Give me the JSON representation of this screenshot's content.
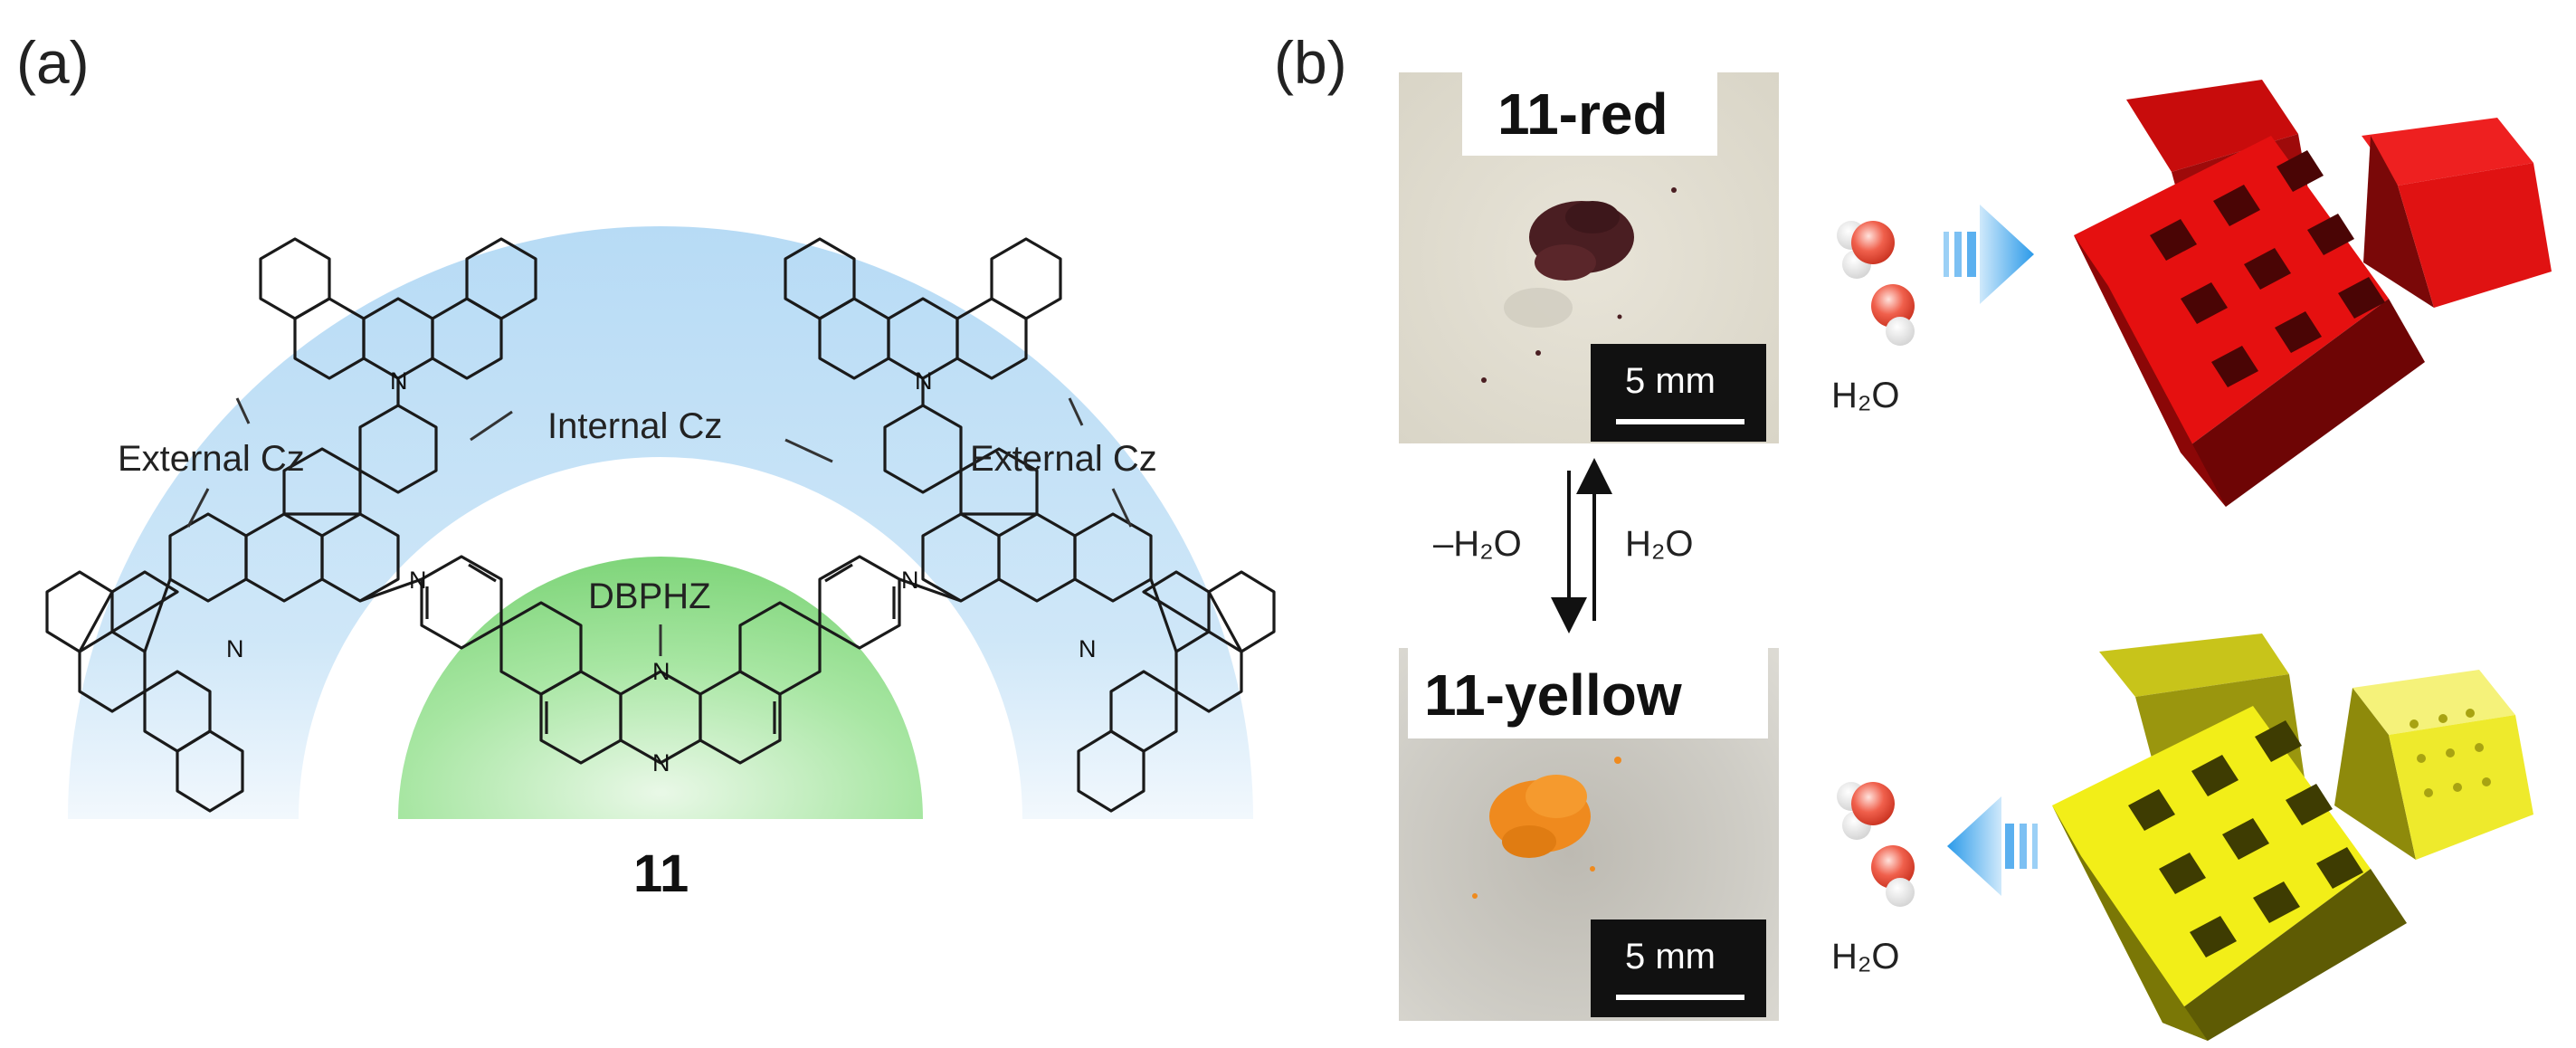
{
  "panel_a": {
    "label": "(a)",
    "external_cz_left": "External Cz",
    "external_cz_right": "External Cz",
    "internal_cz": "Internal Cz",
    "core_label": "DBPHZ",
    "compound_number": "11",
    "atom_n": "N",
    "colors": {
      "outer_band": "#a9d2f0",
      "core": "#8ee08a"
    }
  },
  "panel_b": {
    "label": "(b)",
    "red_sample": {
      "title": "11-red",
      "scale": "5 mm"
    },
    "yellow_sample": {
      "title": "11-yellow",
      "scale": "5 mm"
    },
    "forward_arrow_label": "–H₂O",
    "reverse_arrow_label": "H₂O",
    "water_label_top": "H₂O",
    "water_label_bottom": "H₂O",
    "colors": {
      "red_crystal": "#e51010",
      "yellow_crystal": "#f2ee18",
      "arrow_blue": "#3aa6ef"
    },
    "icons": [
      "water-molecule-icon",
      "porous-crystal-red",
      "porous-crystal-yellow"
    ]
  }
}
